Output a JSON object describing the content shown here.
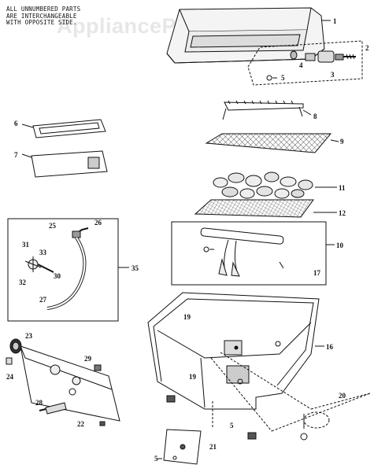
{
  "note": {
    "line1": "ALL UNNUMBERED PARTS",
    "line2": "ARE INTERCHANGEABLE",
    "line3": "WITH OPPOSITE SIDE."
  },
  "watermark": "AppliancePartsPros.com",
  "callouts": [
    "1",
    "2",
    "3",
    "4",
    "5",
    "6",
    "7",
    "8",
    "9",
    "10",
    "11",
    "12",
    "16",
    "17",
    "19",
    "19",
    "20",
    "21",
    "22",
    "23",
    "24",
    "25",
    "26",
    "27",
    "28",
    "29",
    "30",
    "31",
    "32",
    "33",
    "35",
    "5",
    "5"
  ]
}
